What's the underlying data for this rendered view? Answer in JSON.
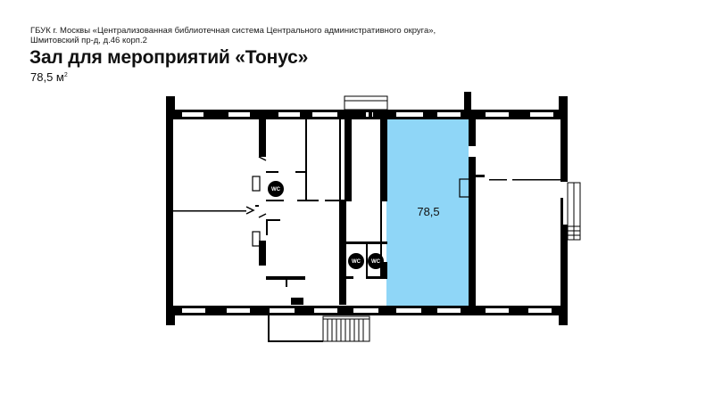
{
  "header": {
    "org_line_1": "ГБУК г. Москвы «Централизованная библиотечная система Центрального административного округа»,",
    "org_line_2": "Шмитовский пр-д, д.46 корп.2",
    "title": "Зал для мероприятий «Тонус»",
    "area_value": "78,5 м",
    "area_unit_sup": "2"
  },
  "plan": {
    "highlight_room_label": "78,5",
    "highlight_color": "#8fd6f7",
    "wall_color": "#000000",
    "wc_labels": [
      "WC",
      "WC",
      "WC"
    ]
  }
}
